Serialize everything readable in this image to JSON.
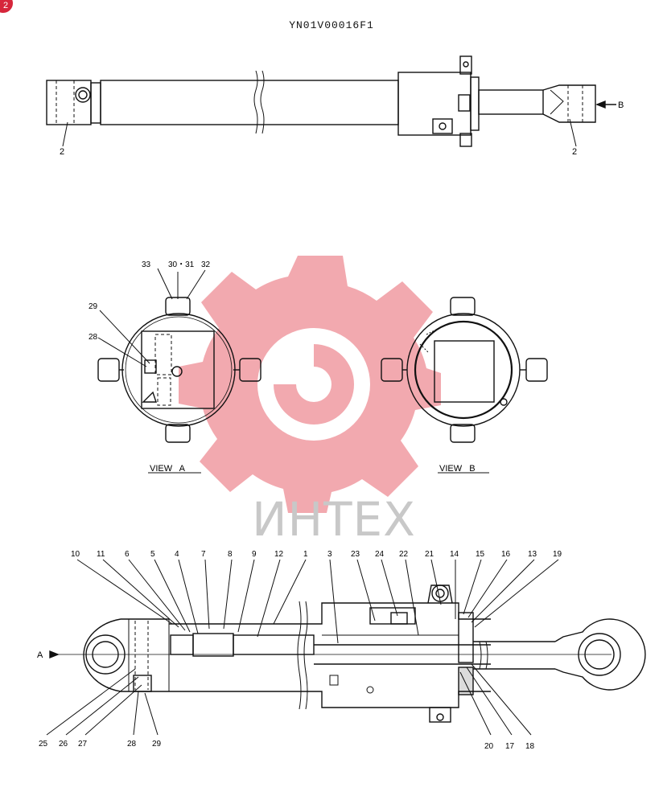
{
  "document": {
    "code": "YN01V00016F1",
    "page_badge": "2"
  },
  "watermark": {
    "brand_text": "ИНТЕХ",
    "logo_color": "#e8646e"
  },
  "top_view": {
    "labels": [
      "2",
      "2",
      "B"
    ]
  },
  "view_a": {
    "caption": "VIEW   A",
    "callouts": [
      "33",
      "30・31",
      "32",
      "29",
      "28"
    ]
  },
  "view_b": {
    "caption": "VIEW   B"
  },
  "section_view": {
    "top_callouts": [
      "10",
      "11",
      "6",
      "5",
      "4",
      "7",
      "8",
      "9",
      "12",
      "1",
      "3",
      "23",
      "24",
      "22",
      "21",
      "14",
      "15",
      "16",
      "13",
      "19"
    ],
    "bottom_callouts": [
      "25",
      "26",
      "27",
      "28",
      "29",
      "20",
      "17",
      "18"
    ],
    "arrow_label": "A"
  }
}
